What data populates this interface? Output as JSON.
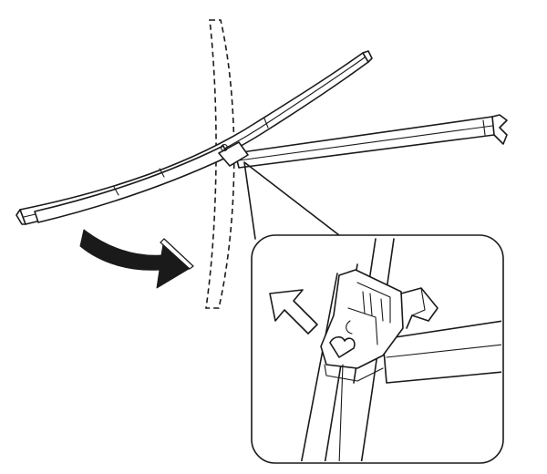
{
  "diagram": {
    "colors": {
      "line": "#1a1a1a",
      "background": "#ffffff"
    },
    "parts": [
      {
        "name": "wiper-blade"
      },
      {
        "name": "wiper-arm"
      },
      {
        "name": "rotation-arrow-icon"
      },
      {
        "name": "detail-view"
      },
      {
        "name": "release-direction-arrow-icon"
      }
    ]
  }
}
